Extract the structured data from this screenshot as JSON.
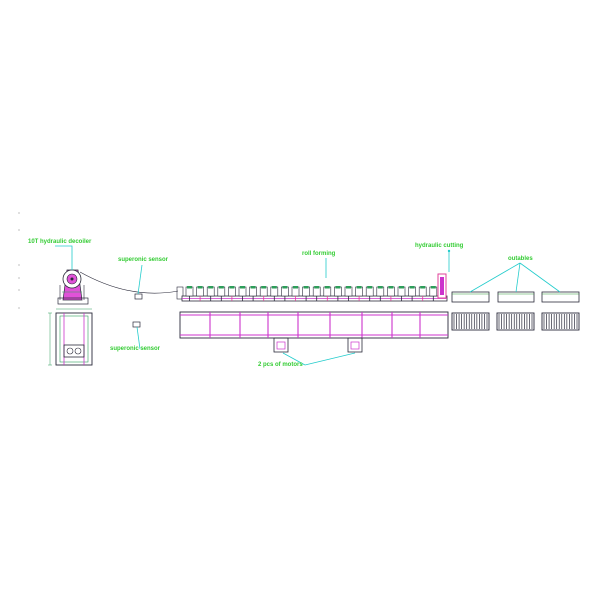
{
  "labels": {
    "decoiler": "10T hydraulic decoiler",
    "sensor_top": "superonic sensor",
    "sensor_bottom": "superonic sensor",
    "roll_forming": "roll forming",
    "hydraulic_cutting": "hydraulic cutting",
    "outables": "outables",
    "motors": "2 pcs of motors"
  },
  "colors": {
    "label": "#33cc33",
    "leader": "#22cccc",
    "frame": "#cc33cc",
    "outline": "#2a2a3a",
    "roller": "#2e9e5a",
    "accent": "#e0409a",
    "decoiler_fill": "#e052d8",
    "table": "#33993f"
  }
}
